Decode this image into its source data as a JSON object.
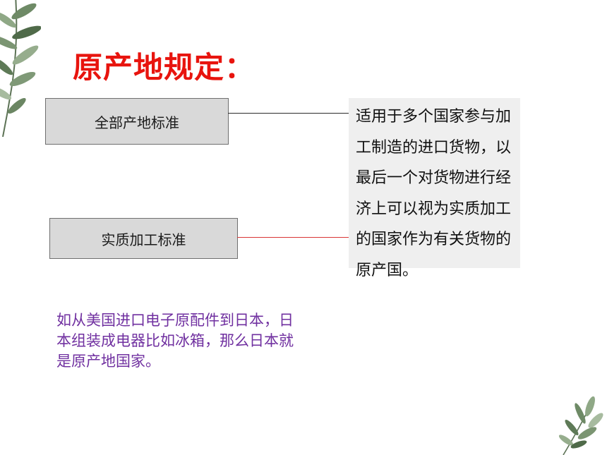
{
  "slide": {
    "title": "原产地规定：",
    "standards": [
      {
        "label": "全部产地标准"
      },
      {
        "label": "实质加工标准"
      }
    ],
    "definition": "适用于多个国家参与加工制造的进口货物，以最后一个对货物进行经济上可以视为实质加工的国家作为有关货物的原产国。",
    "example": "如从美国进口电子原配件到日本，日本组装成电器比如冰箱，那么日本就是原产地国家。"
  },
  "colors": {
    "title": "#e8140e",
    "box_fill": "#d9d9d9",
    "panel_fill": "#efefef",
    "connector_top": "#2b2b2b",
    "connector_bottom": "#d93636",
    "example_text": "#7030a0"
  },
  "decorations": {
    "top_left": "leaf-branch-icon",
    "bottom_right": "leaf-branch-icon"
  }
}
